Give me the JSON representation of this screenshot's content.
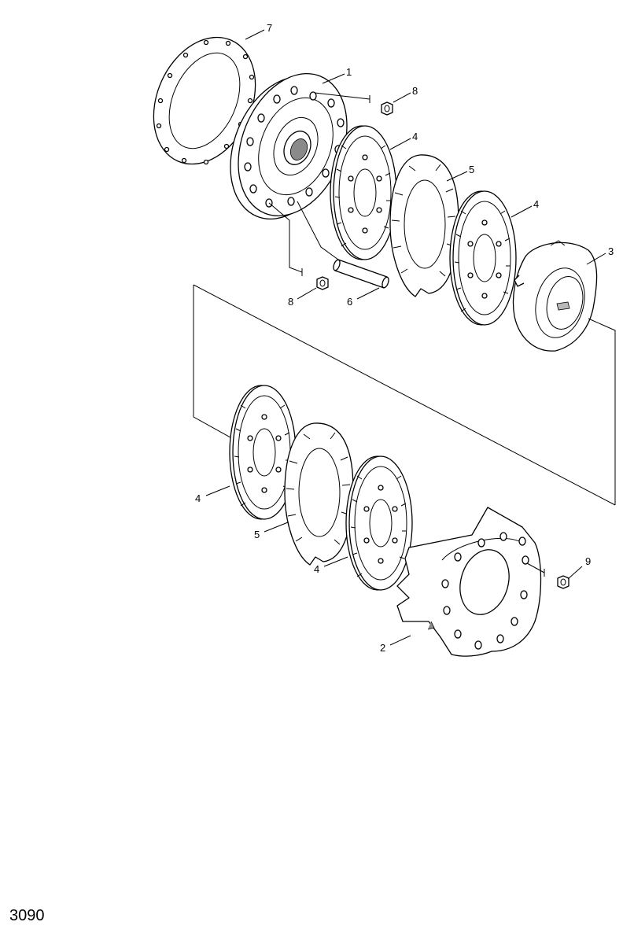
{
  "callouts": {
    "c7": "7",
    "c1": "1",
    "c8a": "8",
    "c4a": "4",
    "c5a": "5",
    "c4b": "4",
    "c3": "3",
    "c8b": "8",
    "c6": "6",
    "c4c": "4",
    "c5b": "5",
    "c4d": "4",
    "c9": "9",
    "c2": "2"
  },
  "page_number": "3090"
}
